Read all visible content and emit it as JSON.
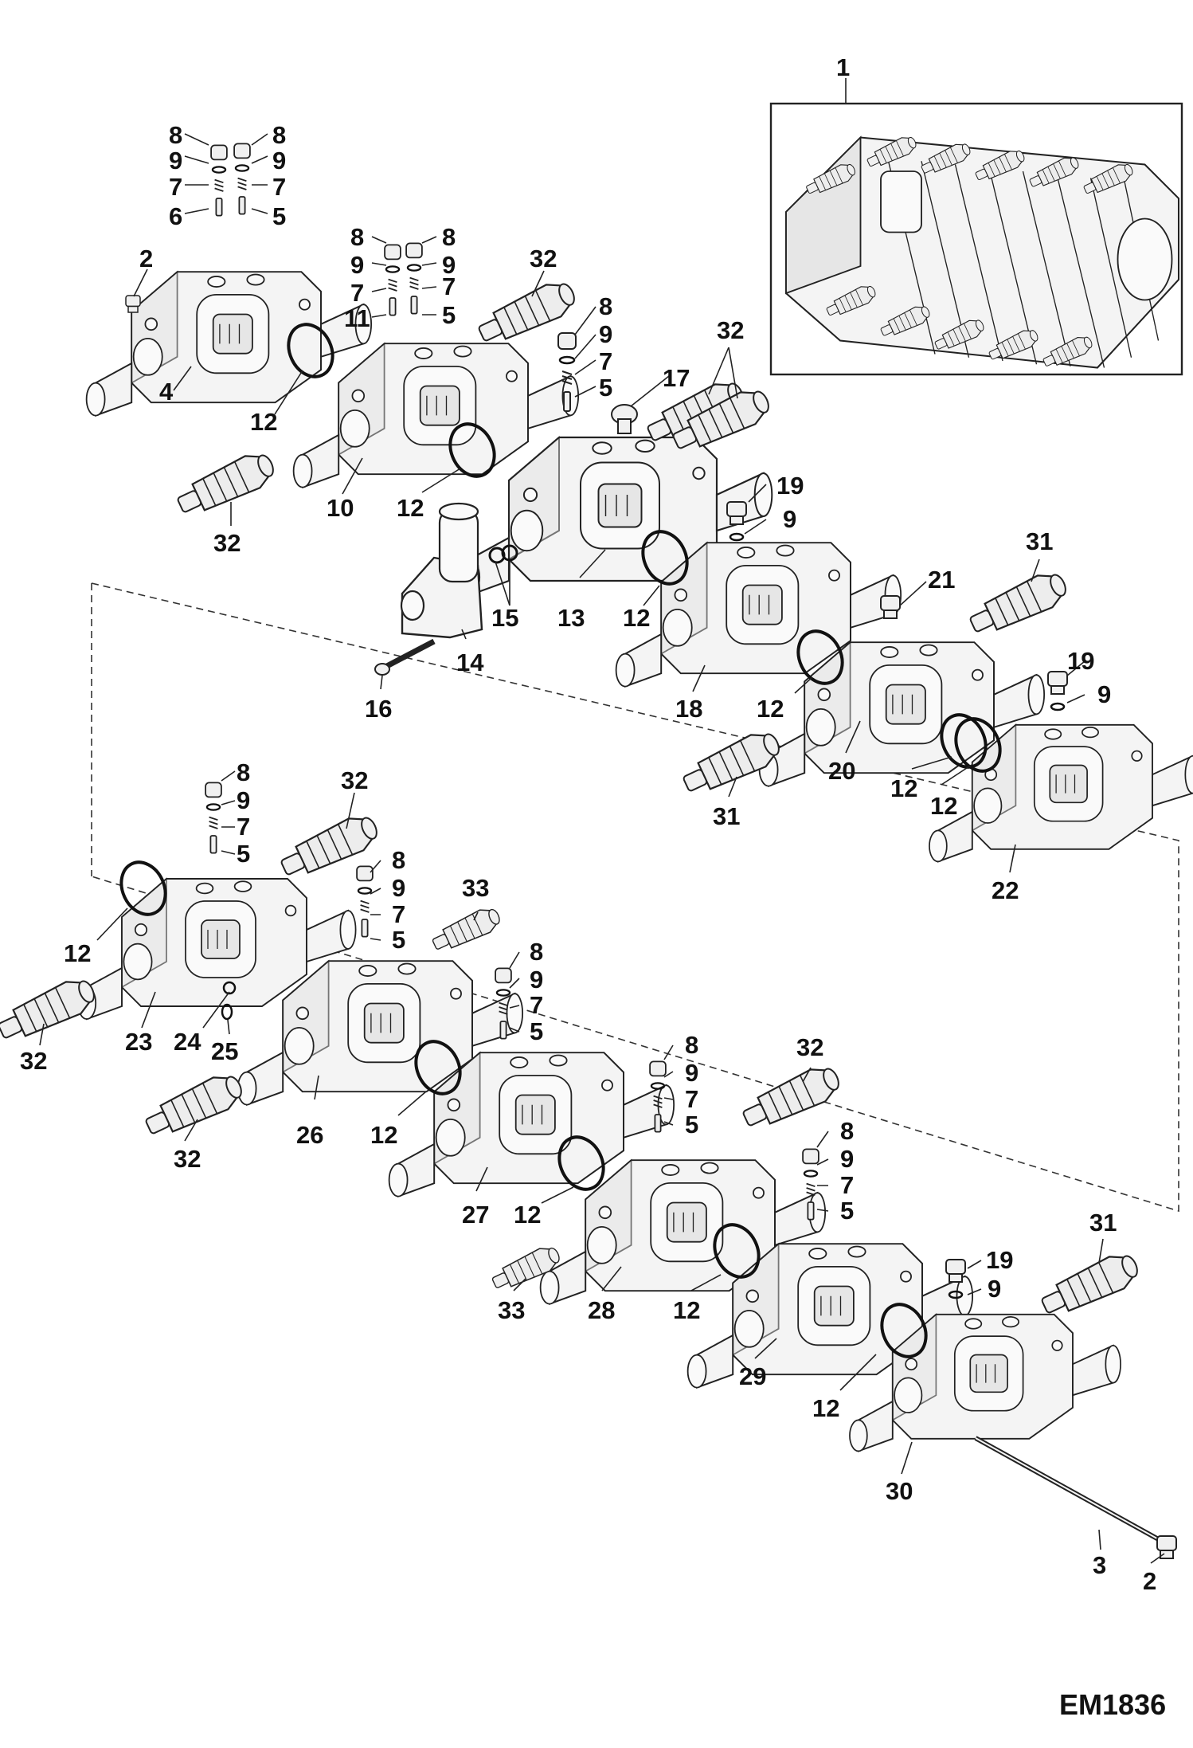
{
  "drawing_code": "EM1836",
  "callouts": [
    {
      "id": "c1",
      "text": "1"
    },
    {
      "id": "c8a",
      "text": "8"
    },
    {
      "id": "c8b",
      "text": "8"
    },
    {
      "id": "c9a",
      "text": "9"
    },
    {
      "id": "c9b",
      "text": "9"
    },
    {
      "id": "c7a",
      "text": "7"
    },
    {
      "id": "c7b",
      "text": "7"
    },
    {
      "id": "c6a",
      "text": "6"
    },
    {
      "id": "c5a",
      "text": "5"
    },
    {
      "id": "c2a",
      "text": "2"
    },
    {
      "id": "c4",
      "text": "4"
    },
    {
      "id": "c12a",
      "text": "12"
    },
    {
      "id": "c8c",
      "text": "8"
    },
    {
      "id": "c8d",
      "text": "8"
    },
    {
      "id": "c9c",
      "text": "9"
    },
    {
      "id": "c9d",
      "text": "9"
    },
    {
      "id": "c7c",
      "text": "7"
    },
    {
      "id": "c7d",
      "text": "7"
    },
    {
      "id": "c11",
      "text": "11"
    },
    {
      "id": "c5b",
      "text": "5"
    },
    {
      "id": "c32a",
      "text": "32"
    },
    {
      "id": "c8e",
      "text": "8"
    },
    {
      "id": "c9e",
      "text": "9"
    },
    {
      "id": "c7e",
      "text": "7"
    },
    {
      "id": "c5c",
      "text": "5"
    },
    {
      "id": "c32b",
      "text": "32"
    },
    {
      "id": "c17",
      "text": "17"
    },
    {
      "id": "c10",
      "text": "10"
    },
    {
      "id": "c12b",
      "text": "12"
    },
    {
      "id": "c32c",
      "text": "32"
    },
    {
      "id": "c19a",
      "text": "19"
    },
    {
      "id": "c9f",
      "text": "9"
    },
    {
      "id": "c15",
      "text": "15"
    },
    {
      "id": "c13",
      "text": "13"
    },
    {
      "id": "c12c",
      "text": "12"
    },
    {
      "id": "c14",
      "text": "14"
    },
    {
      "id": "c16",
      "text": "16"
    },
    {
      "id": "c31a",
      "text": "31"
    },
    {
      "id": "c21",
      "text": "21"
    },
    {
      "id": "c18",
      "text": "18"
    },
    {
      "id": "c12d",
      "text": "12"
    },
    {
      "id": "c19b",
      "text": "19"
    },
    {
      "id": "c9g",
      "text": "9"
    },
    {
      "id": "c20",
      "text": "20"
    },
    {
      "id": "c12e",
      "text": "12"
    },
    {
      "id": "c12f",
      "text": "12"
    },
    {
      "id": "c31b",
      "text": "31"
    },
    {
      "id": "c22",
      "text": "22"
    },
    {
      "id": "c8f",
      "text": "8"
    },
    {
      "id": "c9h",
      "text": "9"
    },
    {
      "id": "c7f",
      "text": "7"
    },
    {
      "id": "c5d",
      "text": "5"
    },
    {
      "id": "c32d",
      "text": "32"
    },
    {
      "id": "c8g",
      "text": "8"
    },
    {
      "id": "c9i",
      "text": "9"
    },
    {
      "id": "c7g",
      "text": "7"
    },
    {
      "id": "c5e",
      "text": "5"
    },
    {
      "id": "c33a",
      "text": "33"
    },
    {
      "id": "c12g",
      "text": "12"
    },
    {
      "id": "c32e",
      "text": "32"
    },
    {
      "id": "c23",
      "text": "23"
    },
    {
      "id": "c24",
      "text": "24"
    },
    {
      "id": "c25",
      "text": "25"
    },
    {
      "id": "c8h",
      "text": "8"
    },
    {
      "id": "c9j",
      "text": "9"
    },
    {
      "id": "c7h",
      "text": "7"
    },
    {
      "id": "c5f",
      "text": "5"
    },
    {
      "id": "c32f",
      "text": "32"
    },
    {
      "id": "c26",
      "text": "26"
    },
    {
      "id": "c12h",
      "text": "12"
    },
    {
      "id": "c8i",
      "text": "8"
    },
    {
      "id": "c9k",
      "text": "9"
    },
    {
      "id": "c7i",
      "text": "7"
    },
    {
      "id": "c5g",
      "text": "5"
    },
    {
      "id": "c32g",
      "text": "32"
    },
    {
      "id": "c27",
      "text": "27"
    },
    {
      "id": "c12i",
      "text": "12"
    },
    {
      "id": "c8j",
      "text": "8"
    },
    {
      "id": "c9l",
      "text": "9"
    },
    {
      "id": "c7j",
      "text": "7"
    },
    {
      "id": "c5h",
      "text": "5"
    },
    {
      "id": "c33b",
      "text": "33"
    },
    {
      "id": "c28",
      "text": "28"
    },
    {
      "id": "c12j",
      "text": "12"
    },
    {
      "id": "c31c",
      "text": "31"
    },
    {
      "id": "c19c",
      "text": "19"
    },
    {
      "id": "c9m",
      "text": "9"
    },
    {
      "id": "c29",
      "text": "29"
    },
    {
      "id": "c12k",
      "text": "12"
    },
    {
      "id": "c30",
      "text": "30"
    },
    {
      "id": "c3",
      "text": "3"
    },
    {
      "id": "c2b",
      "text": "2"
    }
  ]
}
